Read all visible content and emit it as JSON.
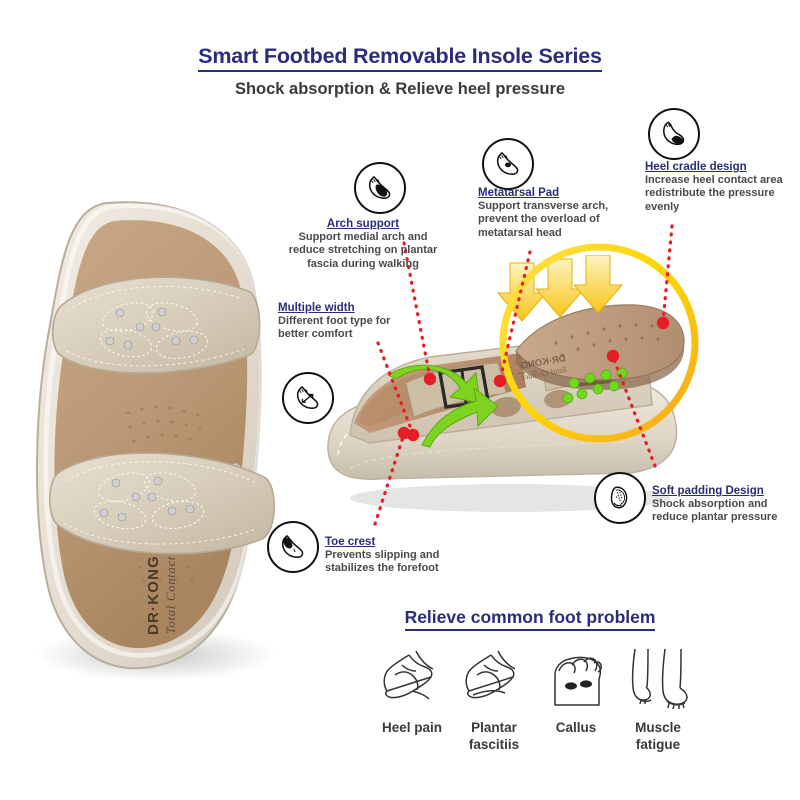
{
  "header": {
    "title": "Smart Footbed Removable Insole Series",
    "subtitle": "Shock absorption & Relieve heel pressure"
  },
  "brand": {
    "name": "DR·KONG",
    "tagline": "Total Contact"
  },
  "colors": {
    "title_blue": "#2b2d7a",
    "body_gray": "#4a4a4a",
    "leader_red": "#e41e26",
    "highlight_yellow": "#FFD400",
    "highlight_orange": "#F5A623",
    "arrow_green": "#7ed321"
  },
  "callouts": [
    {
      "id": "heel-cradle",
      "title": "Heel cradle design",
      "body": "Increase heel contact area redistribute the pressure evenly",
      "icon": "foot-heel-icon"
    },
    {
      "id": "metatarsal-pad",
      "title": "Metatarsal Pad",
      "body": "Support transverse arch, prevent the overload of metatarsal head",
      "icon": "foot-metatarsal-icon"
    },
    {
      "id": "arch-support",
      "title": "Arch support",
      "body": "Support medial arch and reduce stretching on plantar fascia during walking",
      "icon": "foot-arch-icon"
    },
    {
      "id": "multiple-width",
      "title": "Multiple width",
      "body": "Different foot type for better comfort",
      "icon": "foot-width-icon"
    },
    {
      "id": "toe-crest",
      "title": "Toe crest",
      "body": "Prevents slipping and stabilizes the forefoot",
      "icon": "foot-toe-icon"
    },
    {
      "id": "soft-padding",
      "title": "Soft padding Design",
      "body": "Shock absorption and reduce plantar pressure",
      "icon": "insole-padding-icon"
    }
  ],
  "problems_section": {
    "title": "Relieve common foot problem",
    "items": [
      {
        "label": "Heel pain",
        "icon": "foot-side-heel-icon"
      },
      {
        "label": "Plantar fascitiis",
        "icon": "foot-side-fascia-icon"
      },
      {
        "label": "Callus",
        "icon": "forefoot-callus-icon"
      },
      {
        "label": "Muscle fatigue",
        "icon": "two-legs-icon"
      }
    ]
  }
}
